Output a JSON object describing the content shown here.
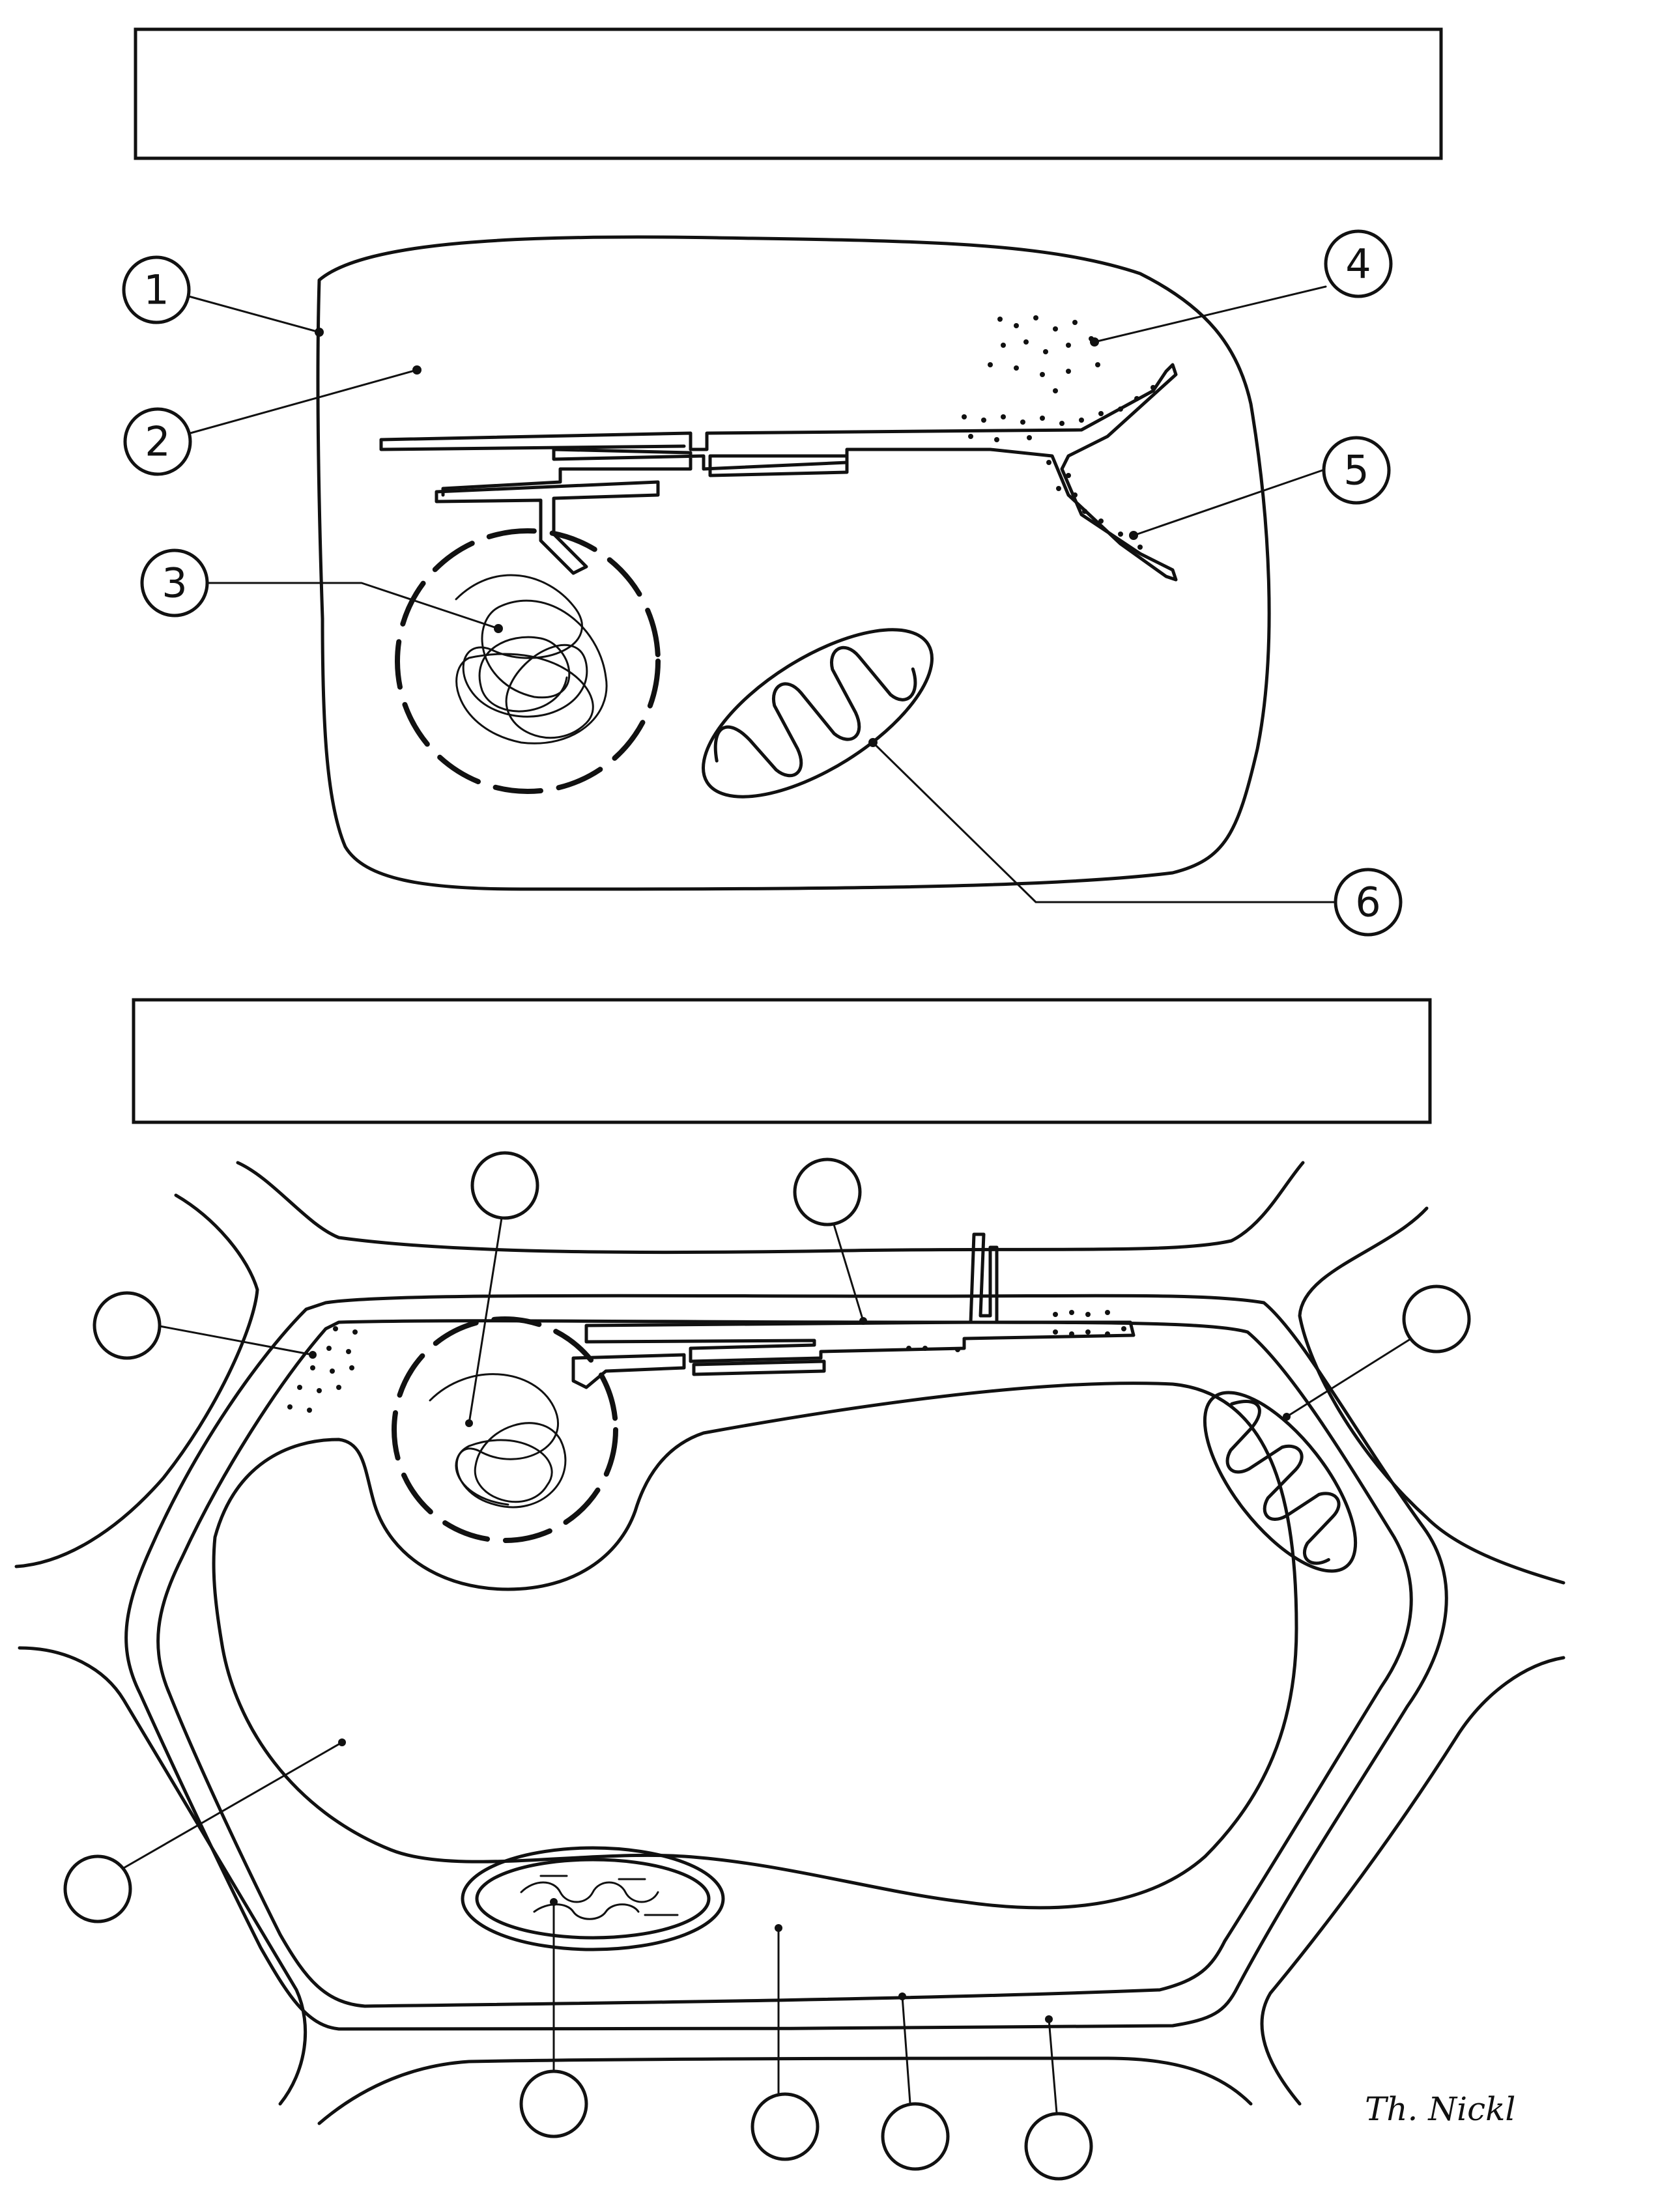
{
  "animal_cell": {
    "labels": [
      "1",
      "2",
      "3",
      "4",
      "5",
      "6"
    ]
  },
  "plant_cell": {
    "labels": [
      "",
      "",
      "",
      "",
      "",
      "",
      "",
      "",
      "",
      ""
    ]
  },
  "signature": "Th. Nickl",
  "colors": {
    "ink": "#111111",
    "paper": "#ffffff"
  }
}
